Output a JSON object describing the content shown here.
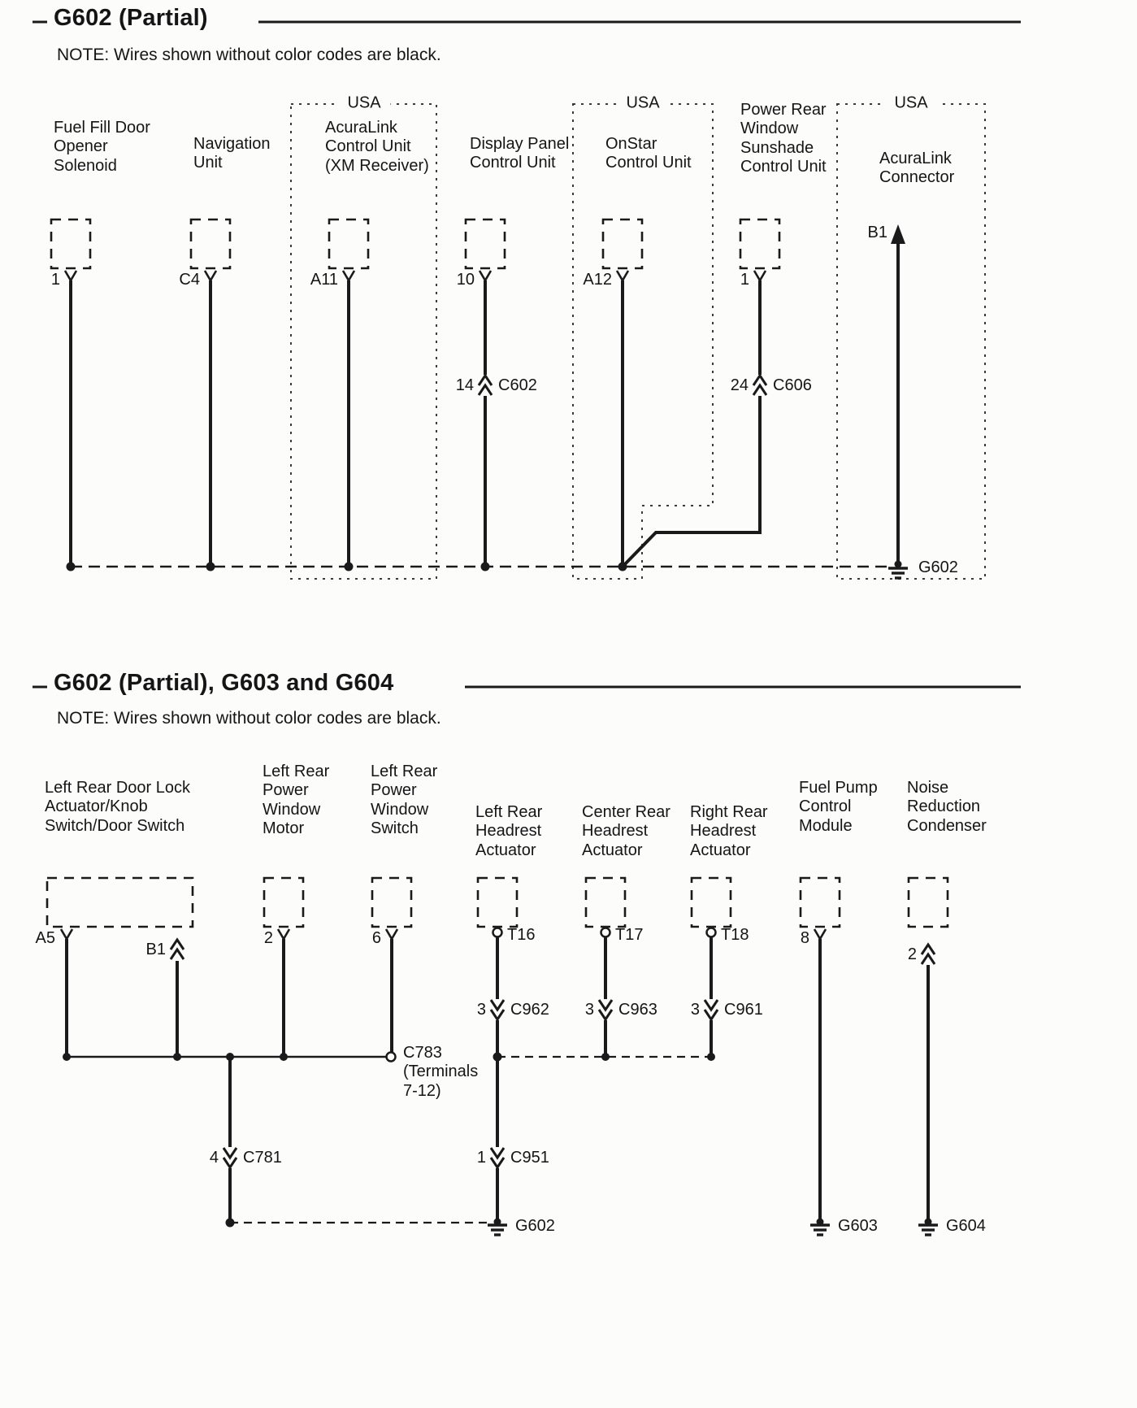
{
  "s1": {
    "title": "G602 (Partial)",
    "note": "NOTE: Wires shown without color codes are black.",
    "usa_boxes": {
      "a": "USA",
      "b": "USA",
      "c": "USA"
    },
    "components": {
      "fuel_fill": {
        "label": "Fuel Fill Door\nOpener\nSolenoid",
        "pin": "1"
      },
      "navigation": {
        "label": "Navigation\nUnit",
        "pin": "C4"
      },
      "acuralink_cu": {
        "label": "AcuraLink\nControl Unit\n(XM Receiver)",
        "pin": "A11"
      },
      "display_panel": {
        "label": "Display Panel\nControl Unit",
        "pin": "10"
      },
      "onstar": {
        "label": "OnStar\nControl Unit",
        "pin": "A12"
      },
      "sunshade": {
        "label": "Power Rear\nWindow\nSunshade\nControl Unit",
        "pin": "1"
      },
      "acuralink_conn": {
        "label": "AcuraLink\nConnector",
        "pin": "B1"
      }
    },
    "connectors": {
      "c602": {
        "pin": "14",
        "name": "C602"
      },
      "c606": {
        "pin": "24",
        "name": "C606"
      }
    },
    "ground": {
      "name": "G602"
    }
  },
  "s2": {
    "title": "G602 (Partial), G603 and G604",
    "note": "NOTE: Wires shown without color codes are black.",
    "components": {
      "door_lock": {
        "label": "Left Rear Door Lock\nActuator/Knob\nSwitch/Door Switch",
        "pin_a": "A5",
        "pin_b": "B1"
      },
      "window_motor": {
        "label": "Left Rear\nPower\nWindow\nMotor",
        "pin": "2"
      },
      "window_switch": {
        "label": "Left Rear\nPower\nWindow\nSwitch",
        "pin": "6"
      },
      "headrest_left": {
        "label": "Left Rear\nHeadrest\nActuator",
        "pin": "T16"
      },
      "headrest_center": {
        "label": "Center Rear\nHeadrest\nActuator",
        "pin": "T17"
      },
      "headrest_right": {
        "label": "Right Rear\nHeadrest\nActuator",
        "pin": "T18"
      },
      "fuel_pump": {
        "label": "Fuel Pump\nControl\nModule",
        "pin": "8"
      },
      "noise_condenser": {
        "label": "Noise\nReduction\nCondenser",
        "pin": "2"
      }
    },
    "connectors": {
      "c783": {
        "name": "C783\n(Terminals\n7-12)"
      },
      "c781": {
        "pin": "4",
        "name": "C781"
      },
      "c951": {
        "pin": "1",
        "name": "C951"
      },
      "c962": {
        "pin": "3",
        "name": "C962"
      },
      "c963": {
        "pin": "3",
        "name": "C963"
      },
      "c961": {
        "pin": "3",
        "name": "C961"
      }
    },
    "grounds": {
      "g602": "G602",
      "g603": "G603",
      "g604": "G604"
    }
  }
}
